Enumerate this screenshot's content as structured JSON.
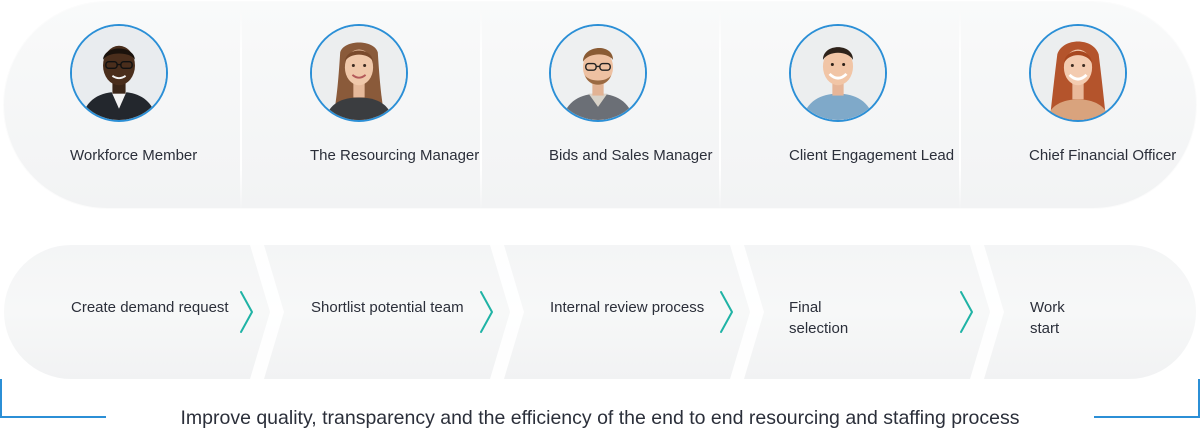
{
  "roles": [
    {
      "label": "Workforce Member",
      "avatar_icon": "person-avatar-icon"
    },
    {
      "label": "The Resourcing Manager",
      "avatar_icon": "person-avatar-icon"
    },
    {
      "label": "Bids and Sales Manager",
      "avatar_icon": "person-avatar-icon"
    },
    {
      "label": "Client Engagement Lead",
      "avatar_icon": "person-avatar-icon"
    },
    {
      "label": "Chief Financial Officer",
      "avatar_icon": "person-avatar-icon"
    }
  ],
  "steps": [
    {
      "label": "Create demand request"
    },
    {
      "label": "Shortlist potential team"
    },
    {
      "label": "Internal review process"
    },
    {
      "label": "Final selection"
    },
    {
      "label": "Work start"
    }
  ],
  "caption": "Improve quality, transparency and the efficiency of the end to end resourcing and staffing process",
  "colors": {
    "accent_blue": "#2b8fd6",
    "arrow_teal": "#1fb3a5",
    "text": "#2b2f3a"
  },
  "icons": {
    "step_arrow": "chevron-right-icon"
  }
}
